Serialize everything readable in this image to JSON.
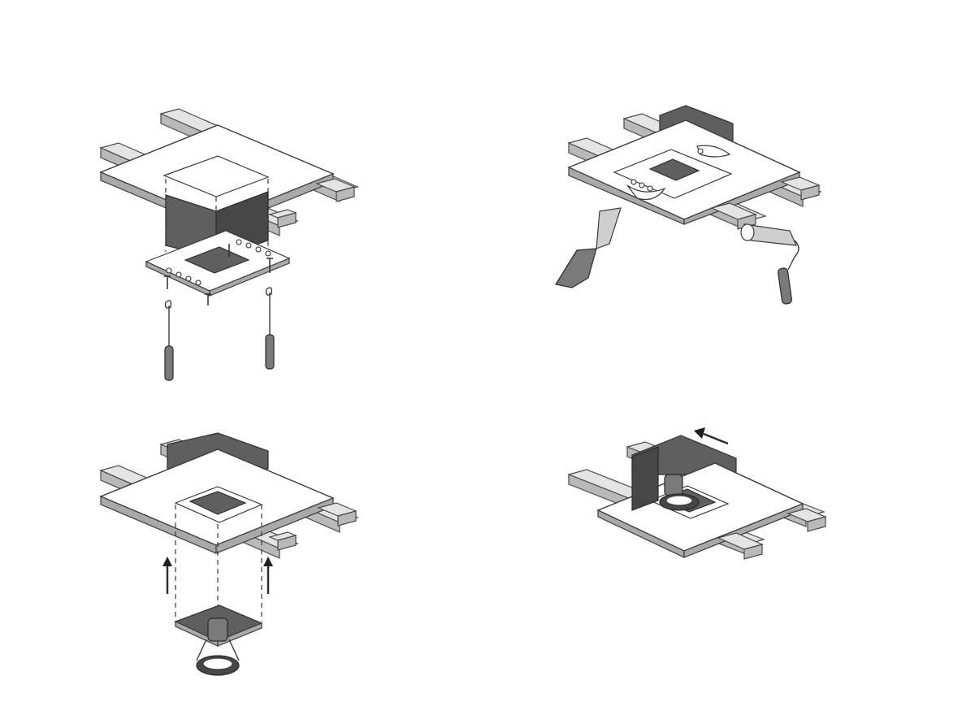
{
  "figure": {
    "steps": [
      {
        "id": "step-1",
        "depiction": "box-and-frame-fixed-with-screws"
      },
      {
        "id": "step-2",
        "depiction": "plaster-and-paint"
      },
      {
        "id": "step-3",
        "depiction": "insert-lamp-unit"
      },
      {
        "id": "step-4",
        "depiction": "slide-lamp-into-position"
      }
    ]
  }
}
